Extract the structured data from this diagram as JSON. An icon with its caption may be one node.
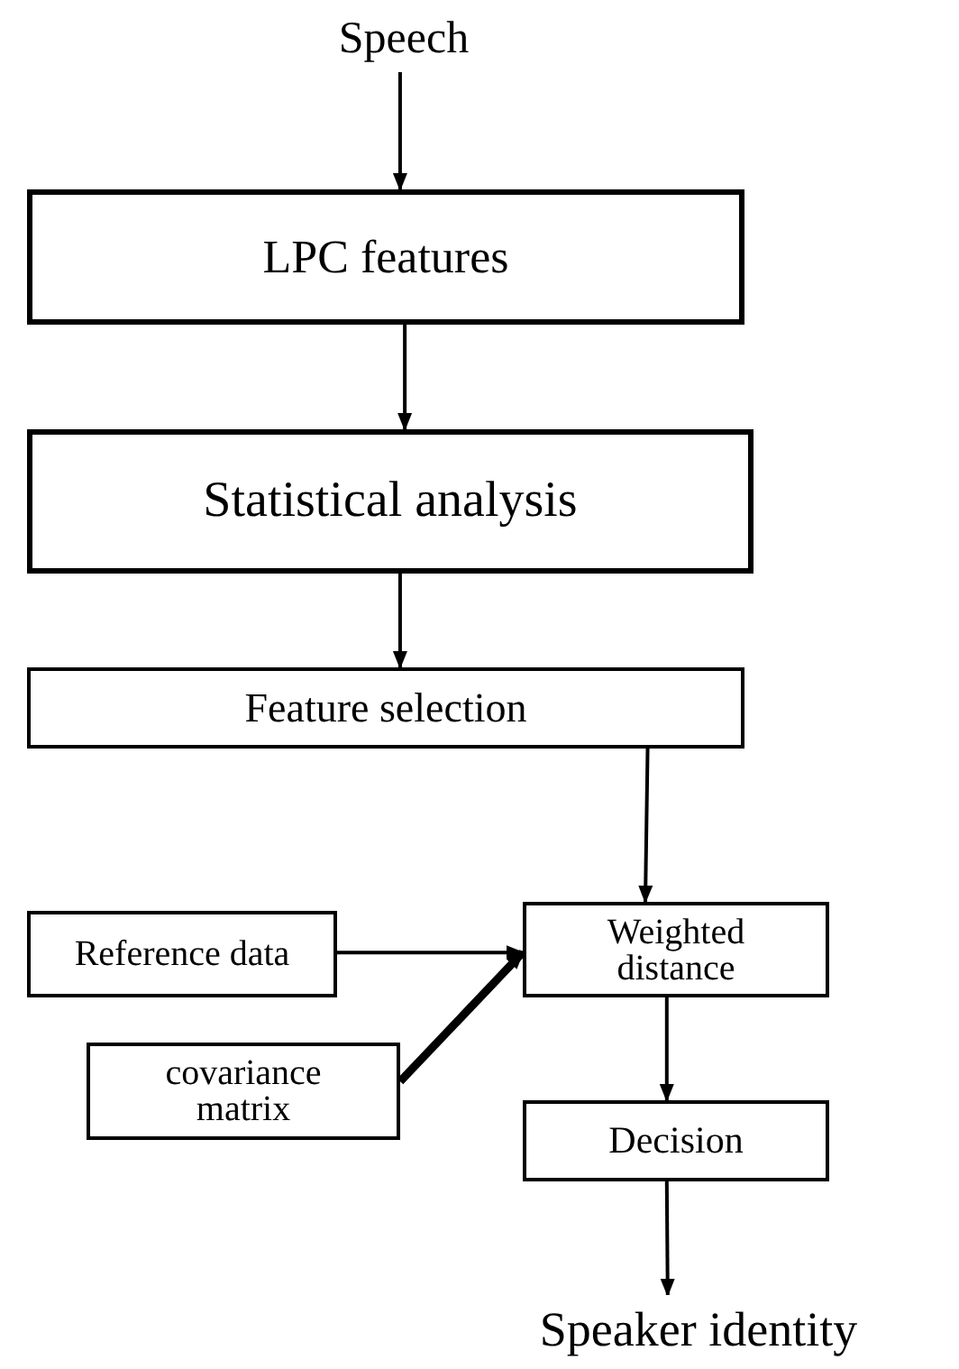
{
  "diagram": {
    "nodes": [
      {
        "text": [
          "Speech"
        ]
      },
      {
        "text": [
          "LPC features"
        ]
      },
      {
        "text": [
          "Statistical analysis"
        ]
      },
      {
        "text": [
          "Feature selection"
        ]
      },
      {
        "text": [
          "Reference data"
        ]
      },
      {
        "text": [
          "Weighted distance"
        ]
      },
      {
        "text": [
          "covariance matrix"
        ]
      },
      {
        "text": [
          "Decision"
        ]
      },
      {
        "text": [
          "Speaker identity"
        ]
      }
    ],
    "edges": [
      {
        "from": 0,
        "to": 1,
        "arrow": "to"
      },
      {
        "from": 1,
        "to": 2,
        "arrow": "to"
      },
      {
        "from": 2,
        "to": 3,
        "arrow": "to"
      },
      {
        "from": 3,
        "to": 5,
        "arrow": "to"
      },
      {
        "from": 4,
        "to": 5,
        "arrow": "to"
      },
      {
        "from": 6,
        "to": 5,
        "arrow": "to",
        "style": "thick"
      },
      {
        "from": 5,
        "to": 7,
        "arrow": "to"
      },
      {
        "from": 7,
        "to": 8,
        "arrow": "to"
      }
    ]
  }
}
